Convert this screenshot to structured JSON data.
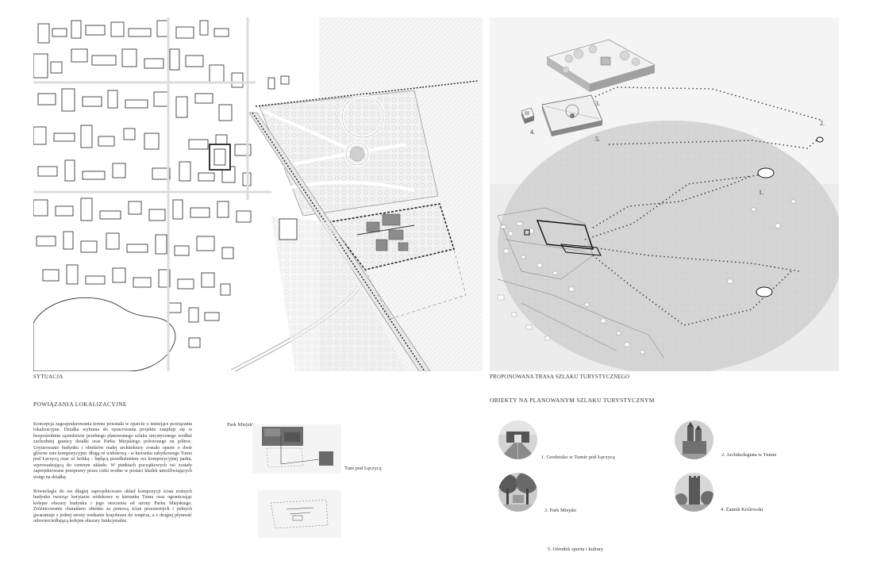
{
  "situation": {
    "caption": "SYTUACJA"
  },
  "route": {
    "caption": "PROPONOWANA TRASA SZLAKU TURYSTYCZNEGO",
    "markers": [
      "1.",
      "2.",
      "3.",
      "4.",
      "5."
    ]
  },
  "connections": {
    "title": "POWIĄZANIA LOKALIZACYJNE",
    "paragraph1": "Koncepcja zagospodarowania terenu powstała w oparciu o istniejące powiązania lokalizacyjne. Działka wybrana do opracowania projektu znajduje się w bezpośrednim sąsiedztwie przebiegu planowanego szlaku turystycznego wzdłuż zachodniej granicy działki oraz Parku Miejskiego położonego na północ. Usytuowanie budynku i obiektów małej architektury zostało oparte o dwie główne osie kompozycyjne: długą oś widokową - w kierunku zabytkowego Tumu pod Łęczycą oraz oś krótką - będącą przedłużeniem osi kompozycyjnej parku, wprowadzającą do centrum układu. W punktach początkowych osi zostały zaprojektowane przeprawy przez cieki wodne w postaci kładek umożliwiających wstęp na działkę.",
    "paragraph2": "Równolegle do osi długiej zaprojektowano układ kompozycji ścian nośnych budynku tworząc korytarze widokowe w kierunku Tumu oraz ograniczając kolejne obszary budynku i jego otoczenia od strony Parku Miejskiego. Zróżnicowanie charakteru obiektu za pomocą ścian przezierných i pełnych gwarantuje z jednej strony wnikanie krajobrazu do wnętrza, a z drugiej płynność odzwierciedlającą kolejne obszary funkcjonalne.",
    "label_park": "Park Miejski",
    "label_tum": "Tum pod Łęczycą"
  },
  "objects": {
    "title": "OBIEKTY NA PLANOWANYM SZLAKU TURYSTYCZNYM",
    "items": [
      {
        "label": "1. Grodzisko w Tumie pod Łęczycą",
        "icon": "gate-photo"
      },
      {
        "label": "2. Archikolegiata w Tumie",
        "icon": "church-photo"
      },
      {
        "label": "3. Park Miejski",
        "icon": "park-photo"
      },
      {
        "label": "4. Zamek Królewski",
        "icon": "castle-photo"
      },
      {
        "label": "5. Ośrodek sportu i kultury",
        "icon": ""
      }
    ]
  }
}
